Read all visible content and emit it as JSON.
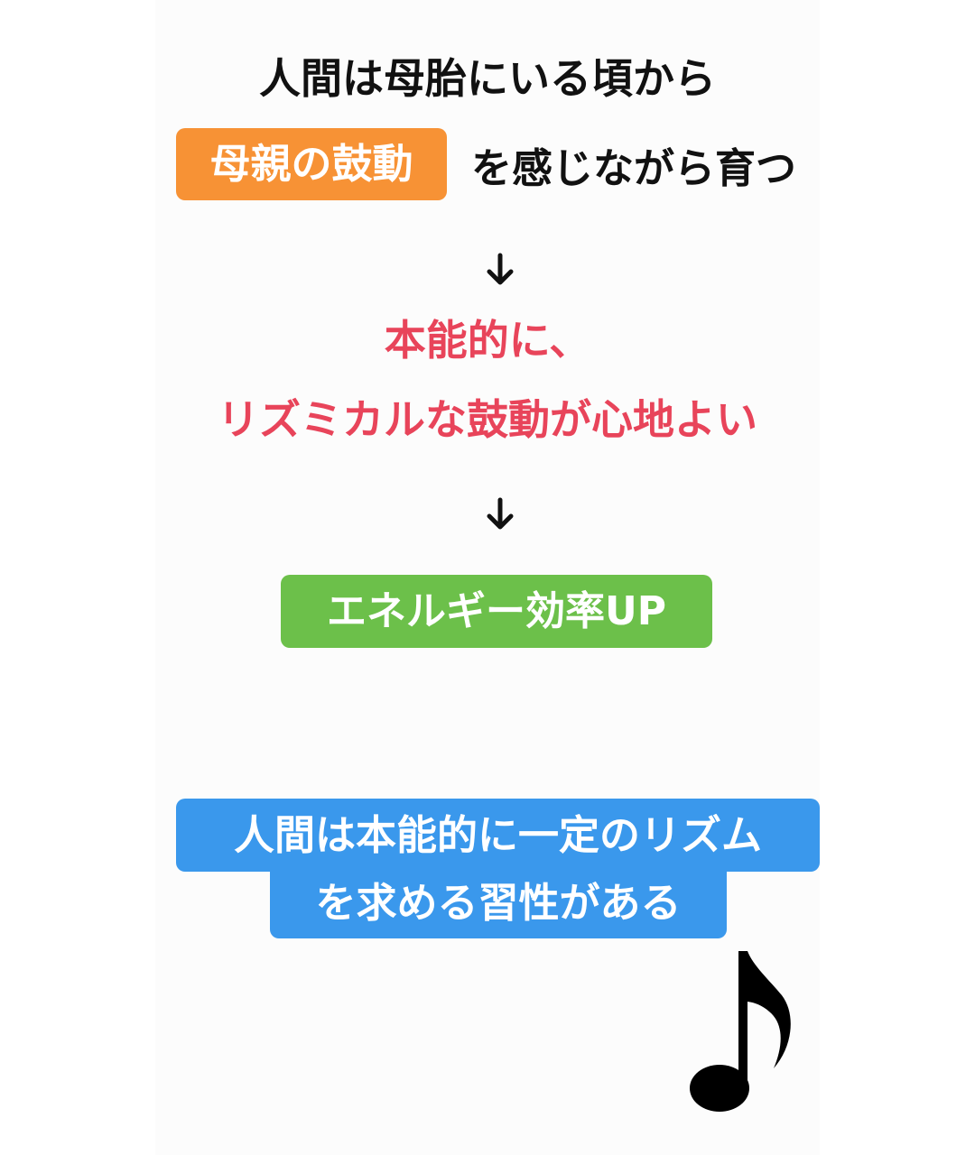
{
  "line1": "人間は母胎にいる頃から",
  "line2": {
    "highlight": "母親の鼓動",
    "rest": "を感じながら育つ"
  },
  "red": {
    "line1": "本能的に、",
    "line2": "リズミカルな鼓動が心地よい"
  },
  "green_box": "エネルギー効率UP",
  "blue_box": {
    "line1": "人間は本能的に一定のリズム",
    "line2": "を求める習性がある"
  },
  "colors": {
    "orange": "#f79235",
    "red": "#e8445a",
    "green": "#6cc04a",
    "blue": "#3a98ec"
  },
  "icons": {
    "arrow": "down-arrow-icon",
    "note": "music-note-icon"
  }
}
